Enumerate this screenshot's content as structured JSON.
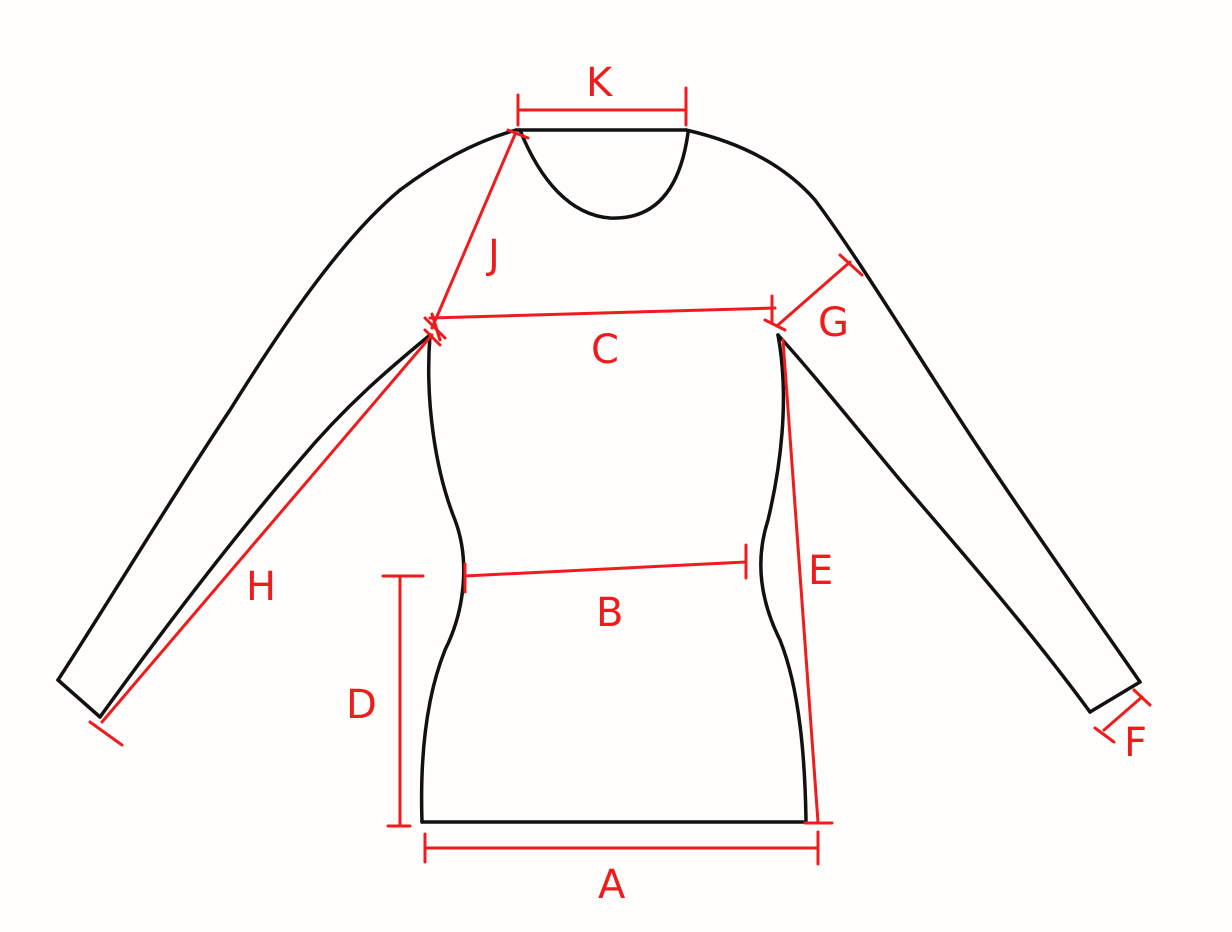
{
  "colors": {
    "outline": "#111111",
    "measure": "#ee1c1c",
    "paper": "#fffefc"
  },
  "labels": {
    "A": "A",
    "B": "B",
    "C": "C",
    "D": "D",
    "E": "E",
    "F": "F",
    "G": "G",
    "H": "H",
    "J": "J",
    "K": "K"
  }
}
